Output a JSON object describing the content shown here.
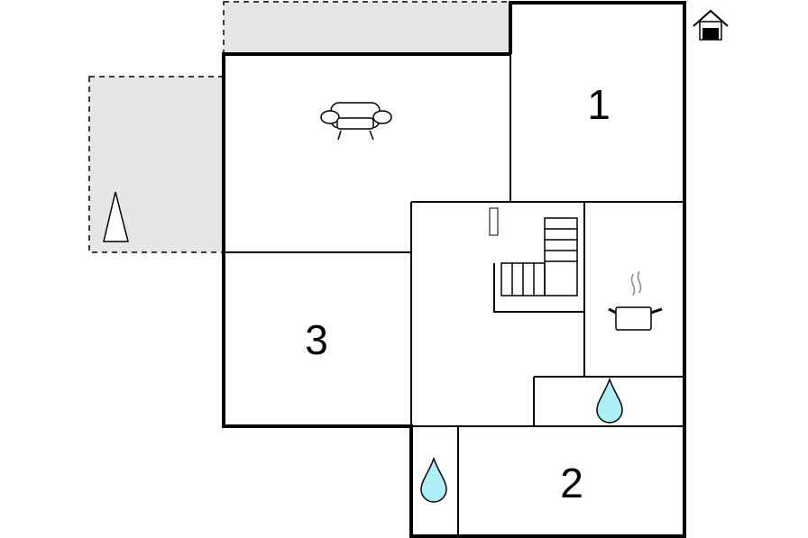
{
  "rooms": {
    "bedroom_1": {
      "number": "1"
    },
    "bedroom_2": {
      "number": "2"
    },
    "bedroom_3": {
      "number": "3"
    }
  },
  "icons": {
    "entrance": "house-entrance-icon",
    "living": "sofa-icon",
    "kitchen": "cooking-pot-icon",
    "bathroom": "water-drop-icon",
    "terrace": "tree-icon",
    "stairs": "staircase-icon",
    "radiator": "radiator-icon"
  },
  "colors": {
    "terrace_fill": "#e6e6e6",
    "water_drop": "#aeeef5",
    "wall": "#000000"
  }
}
